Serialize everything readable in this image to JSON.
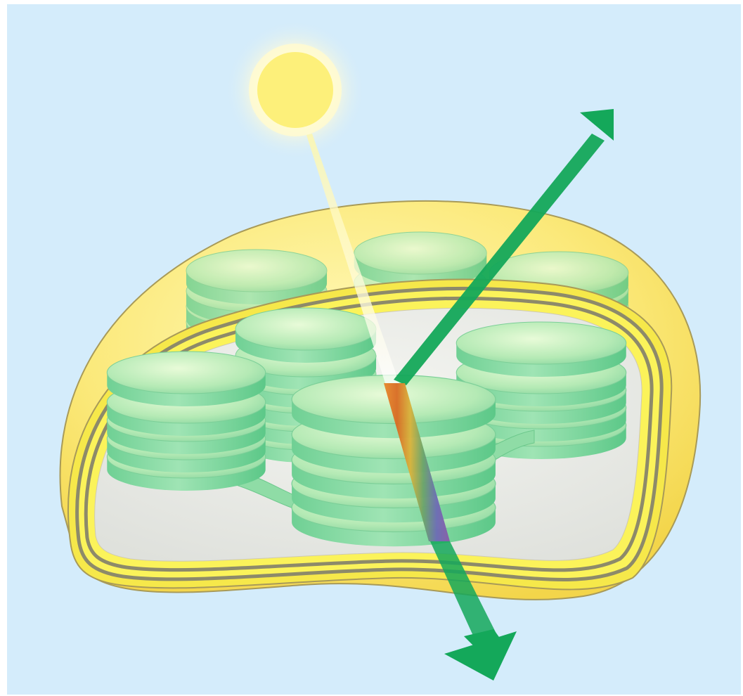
{
  "diagram": {
    "subject": "chloroplast-light-absorption",
    "colors": {
      "background": "#d4ecfb",
      "outer_membrane": "#f7e25a",
      "inner_membrane_band": "#fbf24a",
      "membrane_gray": "#8d8a6a",
      "stroma": "#e9ebe6",
      "granum_light": "#d6f5c8",
      "granum_mid": "#8fdca6",
      "granum_dark": "#55c884",
      "sun": "#fdf07a",
      "sun_glow": "#fffbd0",
      "arrow_green": "#14a85a"
    },
    "icons": [
      "sun-icon",
      "reflected-light-arrow",
      "transmitted-light-arrow",
      "light-spectrum-band"
    ]
  }
}
